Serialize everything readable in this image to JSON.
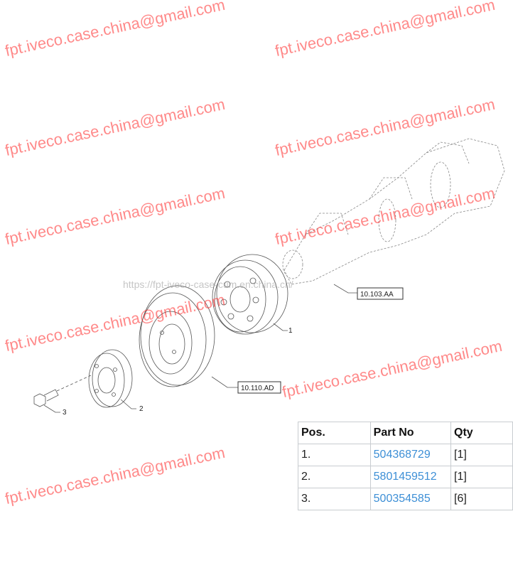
{
  "diagram": {
    "callouts": [
      "1",
      "2",
      "3"
    ],
    "references": [
      "10.103.AA",
      "10.110.AD"
    ]
  },
  "table": {
    "headers": [
      "Pos.",
      "Part No",
      "Qty"
    ],
    "rows": [
      {
        "pos": "1.",
        "part_no": "504368729",
        "qty": "[1]"
      },
      {
        "pos": "2.",
        "part_no": "5801459512",
        "qty": "[1]"
      },
      {
        "pos": "3.",
        "part_no": "500354585",
        "qty": "[6]"
      }
    ]
  },
  "watermark": {
    "text": "fpt.iveco.case.china@gmail.com",
    "url": "https://fpt-iveco-case-cum.en.china.cn/"
  },
  "colors": {
    "link": "#3d8fd6",
    "watermark": "#ff2828",
    "border": "#c8ccd0"
  }
}
